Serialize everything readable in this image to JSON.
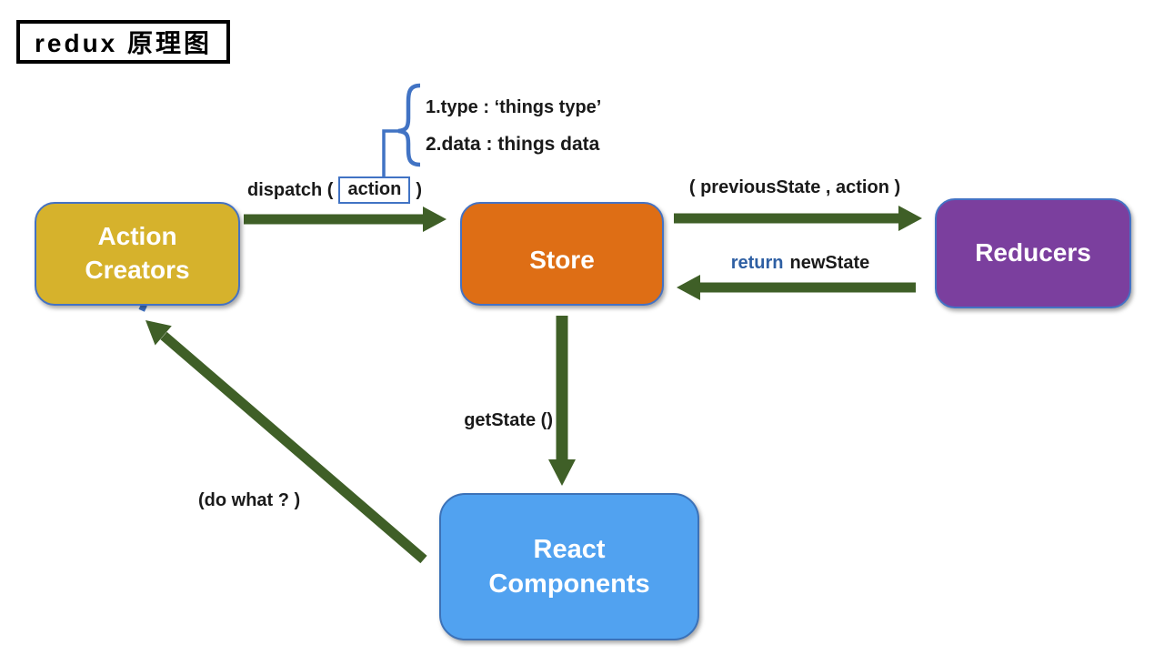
{
  "title": "redux 原理图",
  "nodes": {
    "action_creators": {
      "lines": [
        "Action",
        "Creators"
      ],
      "color": "#d6b22c"
    },
    "store": {
      "label": "Store",
      "color": "#de6e15"
    },
    "reducers": {
      "label": "Reducers",
      "color": "#7b3f9e"
    },
    "react_components": {
      "lines": [
        "React",
        "Components"
      ],
      "color": "#51a2f0"
    }
  },
  "annotations": {
    "action_field_1": "1.type : ‘things type’",
    "action_field_2": "2.data :  things data",
    "dispatch_prefix": "dispatch (",
    "dispatch_action": "action",
    "dispatch_suffix": ")",
    "previous_state": "( previousState , action )",
    "return_keyword": "return",
    "return_value": "newState",
    "get_state": "getState ()",
    "do_what": "(do what ? )"
  },
  "colors": {
    "arrow_green": "#3f5f27",
    "annotation_blue": "#4173c4",
    "return_keyword_blue": "#2e5fa3",
    "node_border_blue": "#4472c4",
    "dashed_line_black": "#141414"
  }
}
